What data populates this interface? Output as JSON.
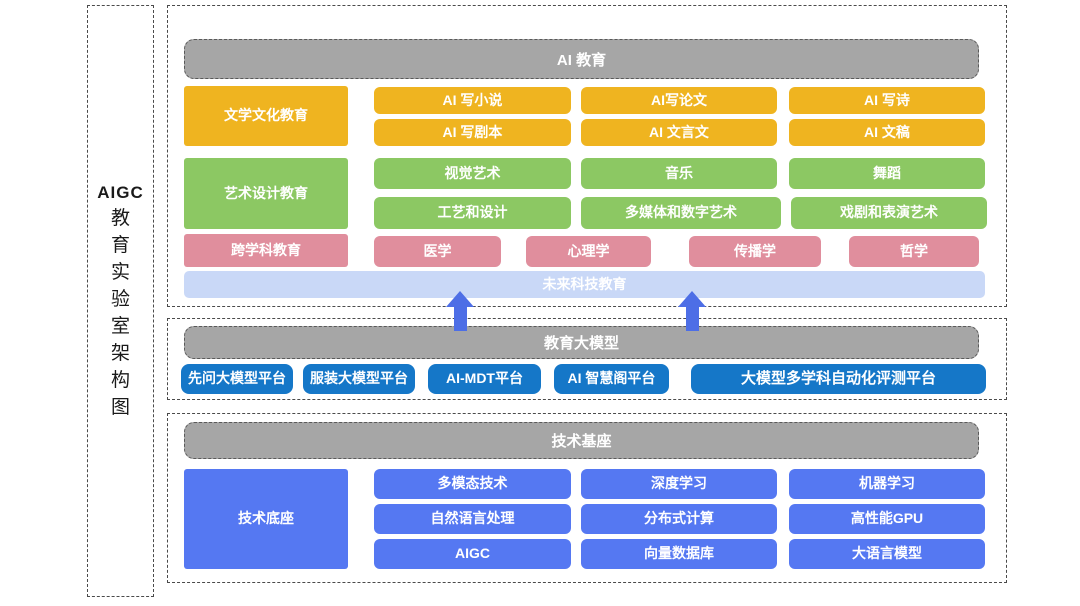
{
  "sidebar": {
    "title_top": "AIGC",
    "title_chars": [
      "教",
      "育",
      "实",
      "验",
      "室",
      "架",
      "构",
      "图"
    ]
  },
  "ai_section": {
    "header": "AI 教育",
    "literature": {
      "label": "文学文化教育",
      "row1": [
        "AI 写小说",
        "AI写论文",
        "AI 写诗"
      ],
      "row2": [
        "AI 写剧本",
        "AI 文言文",
        "AI 文稿"
      ]
    },
    "art": {
      "label": "艺术设计教育",
      "row1": [
        "视觉艺术",
        "音乐",
        "舞蹈"
      ],
      "row2": [
        "工艺和设计",
        "多媒体和数字艺术",
        "戏剧和表演艺术"
      ]
    },
    "interdisciplinary": {
      "label": "跨学科教育",
      "items": [
        "医学",
        "心理学",
        "传播学",
        "哲学"
      ]
    },
    "banner": "未来科技教育"
  },
  "model_section": {
    "header": "教育大模型",
    "platforms": [
      "先问大模型平台",
      "服装大模型平台",
      "AI-MDT平台",
      "AI 智慧阁平台",
      "大模型多学科自动化评测平台"
    ]
  },
  "tech_section": {
    "header": "技术基座",
    "label": "技术底座",
    "row1": [
      "多模态技术",
      "深度学习",
      "机器学习"
    ],
    "row2": [
      "自然语言处理",
      "分布式计算",
      "高性能GPU"
    ],
    "row3": [
      "AIGC",
      "向量数据库",
      "大语言模型"
    ]
  },
  "colors": {
    "header_gray": "#A6A6A6",
    "orange": "#EFB420",
    "green": "#8CC863",
    "pink": "#E08E9D",
    "banner_blue": "#C9D8F7",
    "platform_blue": "#1577C8",
    "tech_blue": "#5578F2",
    "arrow_blue": "#4D6EE6"
  }
}
